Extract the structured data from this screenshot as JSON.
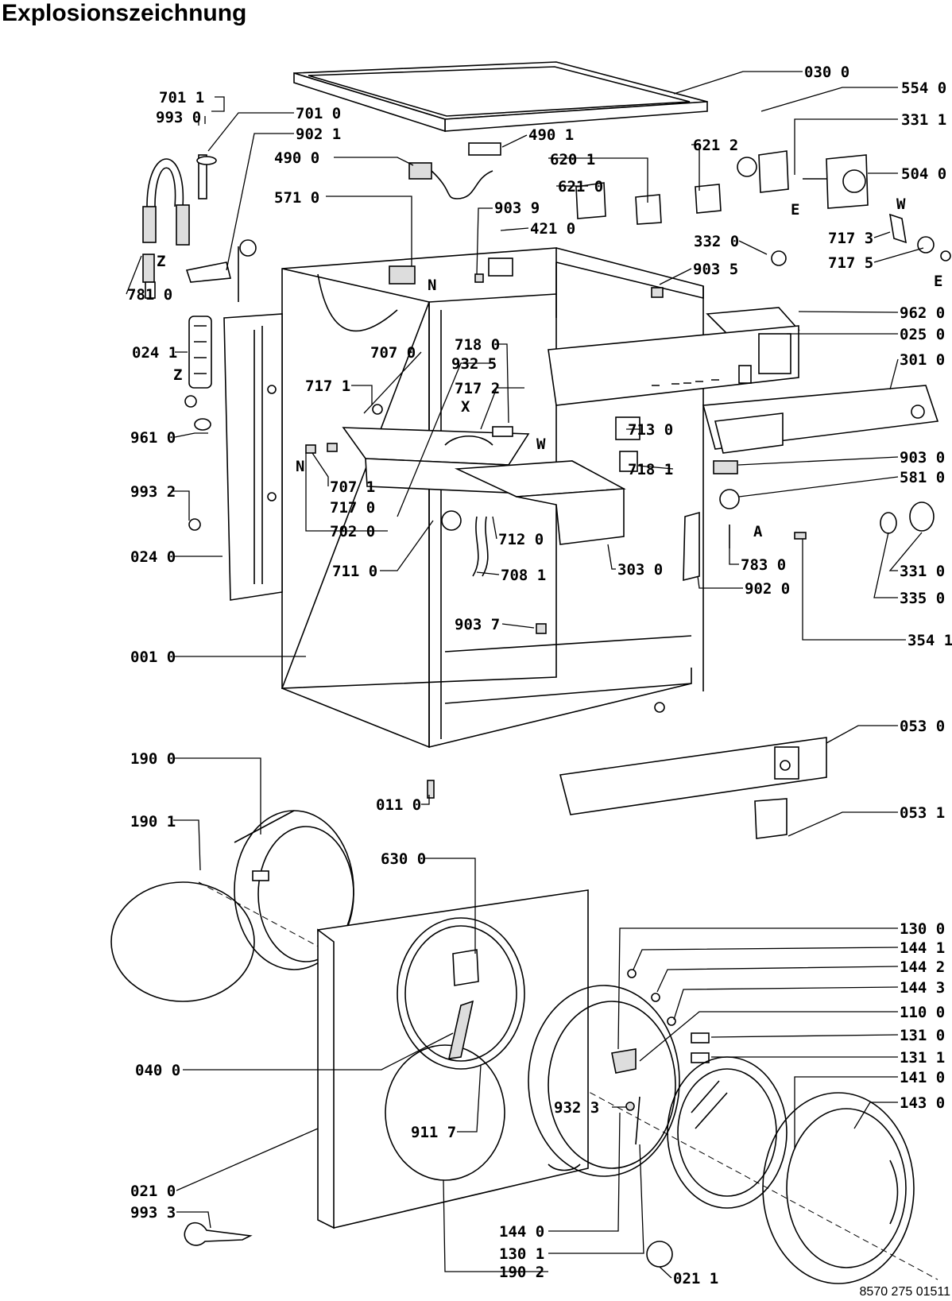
{
  "title": "Explosionszeichnung",
  "document_number": "8570 275 01511",
  "letters": [
    "N",
    "Z",
    "W",
    "E",
    "X",
    "A"
  ],
  "callouts": [
    "030 0",
    "554 0",
    "331 1",
    "504 0",
    "701 1",
    "993 0",
    "701 0",
    "902 1",
    "490 0",
    "490 1",
    "620 1",
    "621 2",
    "621 0",
    "571 0",
    "903 9",
    "421 0",
    "332 0",
    "717 3",
    "717 5",
    "781 0",
    "903 5",
    "962 0",
    "025 0",
    "301 0",
    "024 1",
    "707 0",
    "718 0",
    "932 5",
    "717 1",
    "717 2",
    "713 0",
    "718 1",
    "903 0",
    "581 0",
    "961 0",
    "707 1",
    "717 0",
    "702 0",
    "993 2",
    "712 0",
    "783 0",
    "331 0",
    "024 0",
    "711 0",
    "708 1",
    "303 0",
    "902 0",
    "335 0",
    "903 7",
    "354 1",
    "001 0",
    "053 0",
    "190 0",
    "011 0",
    "053 1",
    "190 1",
    "630 0",
    "130 0",
    "144 1",
    "144 2",
    "144 3",
    "110 0",
    "040 0",
    "131 0",
    "131 1",
    "141 0",
    "932 3",
    "143 0",
    "911 7",
    "021 0",
    "993 3",
    "144 0",
    "130 1",
    "021 1",
    "190 2"
  ]
}
